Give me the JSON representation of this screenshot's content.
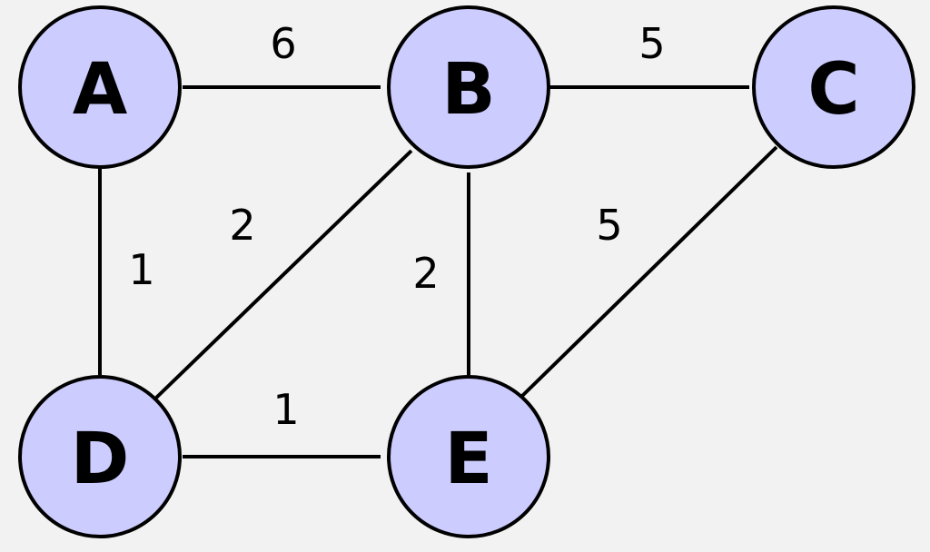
{
  "colors": {
    "background": "#f2f2f2",
    "node_fill": "#ccccff",
    "stroke": "#000000"
  },
  "nodes": [
    {
      "id": "A",
      "label": "A"
    },
    {
      "id": "B",
      "label": "B"
    },
    {
      "id": "C",
      "label": "C"
    },
    {
      "id": "D",
      "label": "D"
    },
    {
      "id": "E",
      "label": "E"
    }
  ],
  "edges": [
    {
      "from": "A",
      "to": "B",
      "weight": "6"
    },
    {
      "from": "B",
      "to": "C",
      "weight": "5"
    },
    {
      "from": "A",
      "to": "D",
      "weight": "1"
    },
    {
      "from": "B",
      "to": "D",
      "weight": "2"
    },
    {
      "from": "B",
      "to": "E",
      "weight": "2"
    },
    {
      "from": "C",
      "to": "E",
      "weight": "5"
    },
    {
      "from": "D",
      "to": "E",
      "weight": "1"
    }
  ]
}
